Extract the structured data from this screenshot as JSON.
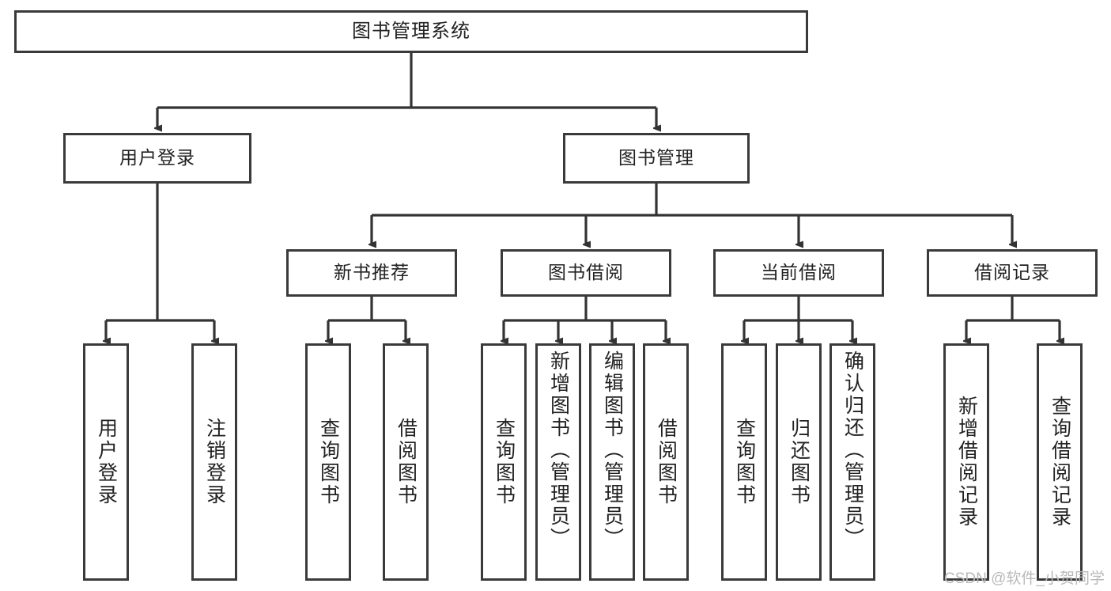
{
  "diagram": {
    "type": "tree",
    "title": "图书管理系统",
    "orientation": "top-down",
    "colors": {
      "box_border": "#3a3a3a",
      "box_fill": "#ffffff",
      "edge": "#333333",
      "text": "#222222",
      "watermark": "#b9b9b9",
      "background": "#ffffff"
    },
    "nodes": {
      "root": {
        "label": "图书管理系统"
      },
      "level2": [
        {
          "id": "user-login",
          "label": "用户登录"
        },
        {
          "id": "book-manage",
          "label": "图书管理"
        }
      ],
      "level3": [
        {
          "id": "new-book-recommend",
          "label": "新书推荐"
        },
        {
          "id": "book-borrow",
          "label": "图书借阅"
        },
        {
          "id": "current-borrow",
          "label": "当前借阅"
        },
        {
          "id": "borrow-record",
          "label": "借阅记录"
        }
      ],
      "leaves": [
        {
          "id": "leaf-user-login",
          "label": "用户登录",
          "parent": "user-login"
        },
        {
          "id": "leaf-user-logout",
          "label": "注销登录",
          "parent": "user-login"
        },
        {
          "id": "leaf-query-book-1",
          "label": "查询图书",
          "parent": "new-book-recommend"
        },
        {
          "id": "leaf-borrow-book-1",
          "label": "借阅图书",
          "parent": "new-book-recommend"
        },
        {
          "id": "leaf-query-book-2",
          "label": "查询图书",
          "parent": "book-borrow"
        },
        {
          "id": "leaf-add-book",
          "label": "新增图书（管理员）",
          "parent": "book-borrow"
        },
        {
          "id": "leaf-edit-book",
          "label": "编辑图书（管理员）",
          "parent": "book-borrow"
        },
        {
          "id": "leaf-borrow-book-2",
          "label": "借阅图书",
          "parent": "book-borrow"
        },
        {
          "id": "leaf-query-book-3",
          "label": "查询图书",
          "parent": "current-borrow"
        },
        {
          "id": "leaf-return-book",
          "label": "归还图书",
          "parent": "current-borrow"
        },
        {
          "id": "leaf-confirm-return",
          "label": "确认归还（管理员）",
          "parent": "current-borrow"
        },
        {
          "id": "leaf-add-record",
          "label": "新增借阅记录",
          "parent": "borrow-record"
        },
        {
          "id": "leaf-query-record",
          "label": "查询借阅记录",
          "parent": "borrow-record"
        }
      ]
    }
  },
  "watermark": {
    "text": "CSDN @软件_小贺同学"
  }
}
